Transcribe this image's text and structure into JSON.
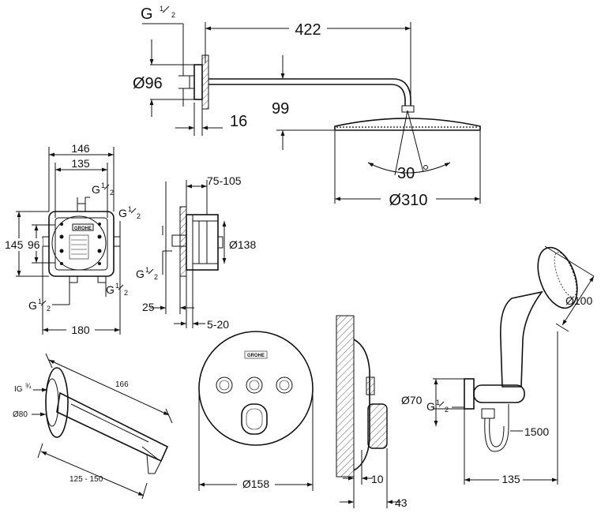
{
  "overhead_shower": {
    "thread": "G",
    "thread_frac_num": "1",
    "thread_frac_den": "2",
    "flange_diameter": "Ø96",
    "arm_length": "422",
    "height_drop": "99",
    "flange_offset": "16",
    "tilt_angle": "30",
    "head_diameter": "Ø310"
  },
  "box_front": {
    "width_outer": "146",
    "width_inner": "135",
    "height_outer": "145",
    "height_inner": "96",
    "total_width": "180",
    "brand": "GROHE",
    "thread": "G",
    "thread_frac_num": "1",
    "thread_frac_den": "2"
  },
  "box_side": {
    "wall_depth": "75-105",
    "diameter": "Ø138",
    "depth_25": "25",
    "cover_range": "5-20",
    "thread": "G",
    "thread_frac_num": "1",
    "thread_frac_den": "2"
  },
  "spout": {
    "thread": "IG",
    "thread_frac": "¾",
    "rosette_diameter": "Ø80",
    "length": "166",
    "projection": "125 - 150"
  },
  "trim": {
    "brand": "GROHE",
    "diameter": "Ø158"
  },
  "trim_side": {
    "offset_10": "10",
    "depth_43": "43"
  },
  "hand_shower": {
    "head_diameter": "Ø100",
    "elbow_diameter": "Ø70",
    "thread": "G",
    "thread_frac_num": "1",
    "thread_frac_den": "2",
    "hose_length": "1500",
    "width": "135"
  }
}
